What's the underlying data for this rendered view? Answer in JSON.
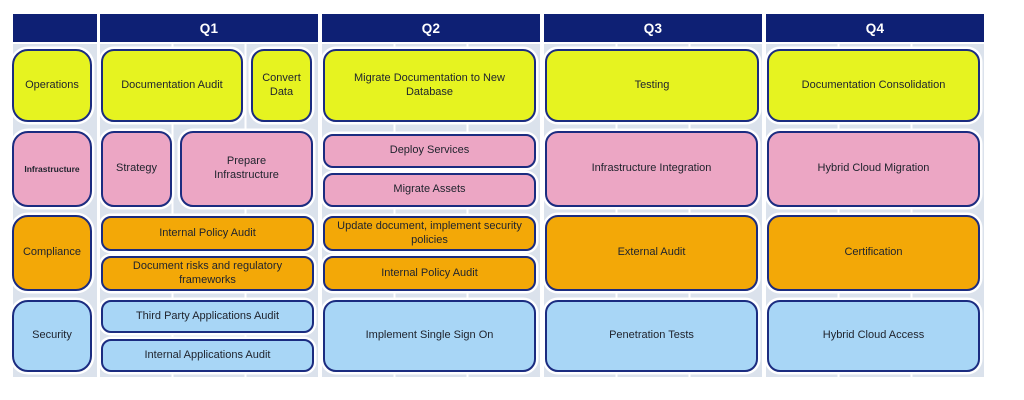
{
  "colors": {
    "header": "#0e2074",
    "border": "#1b2c80",
    "grid": "#dbe2ec",
    "text": "#20242e",
    "operations": "#e6f320",
    "infrastructure": "#eca6c4",
    "compliance": "#f3a807",
    "security": "#a8d6f6"
  },
  "quarters": [
    "Q1",
    "Q2",
    "Q3",
    "Q4"
  ],
  "rows": [
    {
      "label": "Operations",
      "tasks": [
        {
          "label": "Documentation Audit",
          "quarter": "Q1"
        },
        {
          "label": "Convert Data",
          "quarter": "Q1"
        },
        {
          "label": "Migrate Documentation to New Database",
          "quarter": "Q2"
        },
        {
          "label": "Testing",
          "quarter": "Q3"
        },
        {
          "label": "Documentation Consolidation",
          "quarter": "Q4"
        }
      ]
    },
    {
      "label": "Infrastructure",
      "tasks": [
        {
          "label": "Strategy",
          "quarter": "Q1"
        },
        {
          "label": "Prepare Infrastructure",
          "quarter": "Q1"
        },
        {
          "label": "Deploy Services",
          "quarter": "Q2"
        },
        {
          "label": "Migrate Assets",
          "quarter": "Q2"
        },
        {
          "label": "Infrastructure Integration",
          "quarter": "Q3"
        },
        {
          "label": "Hybrid Cloud Migration",
          "quarter": "Q4"
        }
      ]
    },
    {
      "label": "Compliance",
      "tasks": [
        {
          "label": "Internal Policy Audit",
          "quarter": "Q1"
        },
        {
          "label": "Document risks and regulatory frameworks",
          "quarter": "Q1"
        },
        {
          "label": "Update document, implement security policies",
          "quarter": "Q2"
        },
        {
          "label": "Internal Policy Audit",
          "quarter": "Q2"
        },
        {
          "label": "External Audit",
          "quarter": "Q3"
        },
        {
          "label": "Certification",
          "quarter": "Q4"
        }
      ]
    },
    {
      "label": "Security",
      "tasks": [
        {
          "label": "Third Party Applications Audit",
          "quarter": "Q1"
        },
        {
          "label": "Internal Applications Audit",
          "quarter": "Q1"
        },
        {
          "label": "Implement Single Sign On",
          "quarter": "Q2"
        },
        {
          "label": "Penetration Tests",
          "quarter": "Q3"
        },
        {
          "label": "Hybrid Cloud Access",
          "quarter": "Q4"
        }
      ]
    }
  ]
}
